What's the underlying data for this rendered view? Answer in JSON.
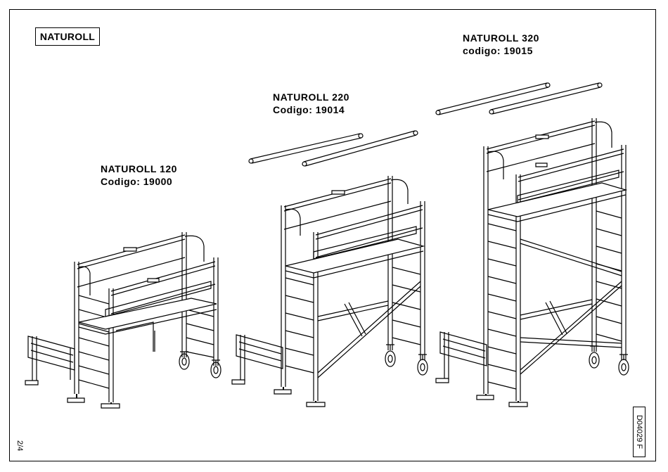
{
  "title": "NATUROLL",
  "models": [
    {
      "name": "NATUROLL  120",
      "code": "Codigo:  19000"
    },
    {
      "name": "NATUROLL  220",
      "code": "Codigo:  19014"
    },
    {
      "name": "NATUROLL  320",
      "code": "codigo:  19015"
    }
  ],
  "page_number": "2/4",
  "document_code": "D04029 F"
}
